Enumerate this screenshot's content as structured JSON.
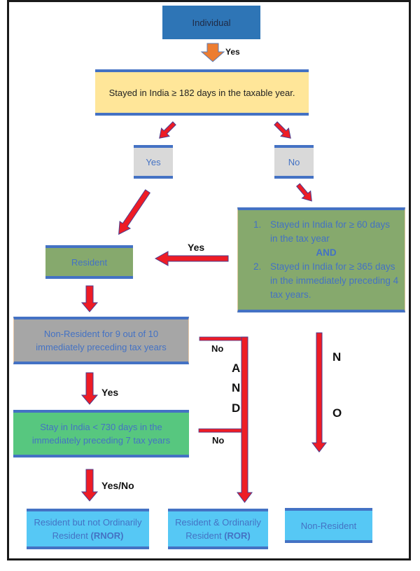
{
  "diagram": {
    "title": "Residential status of an Individual",
    "nodes": {
      "individual": "Individual",
      "stayed_182": "Stayed in India ≥ 182 days in the taxable year.",
      "yes": "Yes",
      "no": "No",
      "conditions": {
        "item1_num": "1.",
        "item1": "Stayed in India for ≥ 60 days in the tax year",
        "and": "AND",
        "item2_num": "2.",
        "item2": "Stayed in India for ≥ 365 days in the immediately preceding 4 tax years."
      },
      "resident": "Resident",
      "non_resident_9_of_10": "Non-Resident for 9 out of 10 immediately preceding tax years",
      "stay_730": "Stay in India < 730 days in the immediately preceding 7 tax years",
      "rnor": {
        "text": "Resident but not Ordinarily Resident ",
        "abbr": "(RNOR)"
      },
      "ror": {
        "text": "Resident & Ordinarily Resident ",
        "abbr": "(ROR)"
      },
      "non_resident": "Non-Resident"
    },
    "edge_labels": {
      "individual_to_stayed": "Yes",
      "cond_to_resident": "Yes",
      "nonres910_no": "No",
      "stay730_no": "No",
      "and_letters": [
        "A",
        "N",
        "D"
      ],
      "cond_no_letters": [
        "N",
        "O"
      ],
      "nonres910_to_stay730": "Yes",
      "stay730_to_rnor": "Yes/No"
    },
    "colors": {
      "arrow_red": "#ee1c25",
      "arrow_outline": "#4b3d8f",
      "arrow_orange": "#ed7d31",
      "box_border_blue": "#4472c4",
      "individual_blue": "#2e75b6",
      "yellow": "#ffe699",
      "gray_light": "#d9d9d9",
      "olive_green": "#86a96d",
      "gray_dark": "#a6a6a6",
      "green": "#57c77f",
      "light_blue": "#56c8f5"
    }
  }
}
